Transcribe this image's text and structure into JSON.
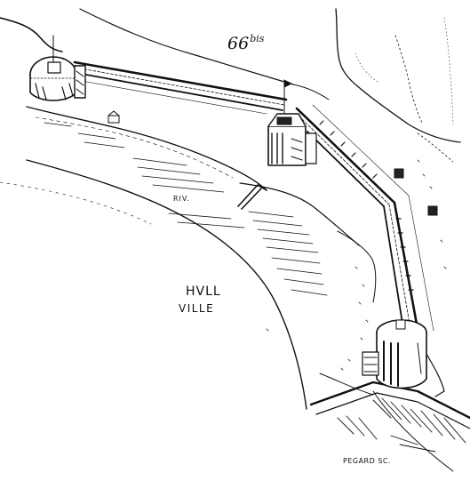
{
  "plate": {
    "number": "66",
    "suffix": "bis"
  },
  "labels": {
    "river": "RIV.",
    "town_line1": "HVLL",
    "town_line2": "VILLE",
    "engraver": "PEGARD SC."
  },
  "ink_color": "#111111",
  "paper_color": "#ffffff"
}
